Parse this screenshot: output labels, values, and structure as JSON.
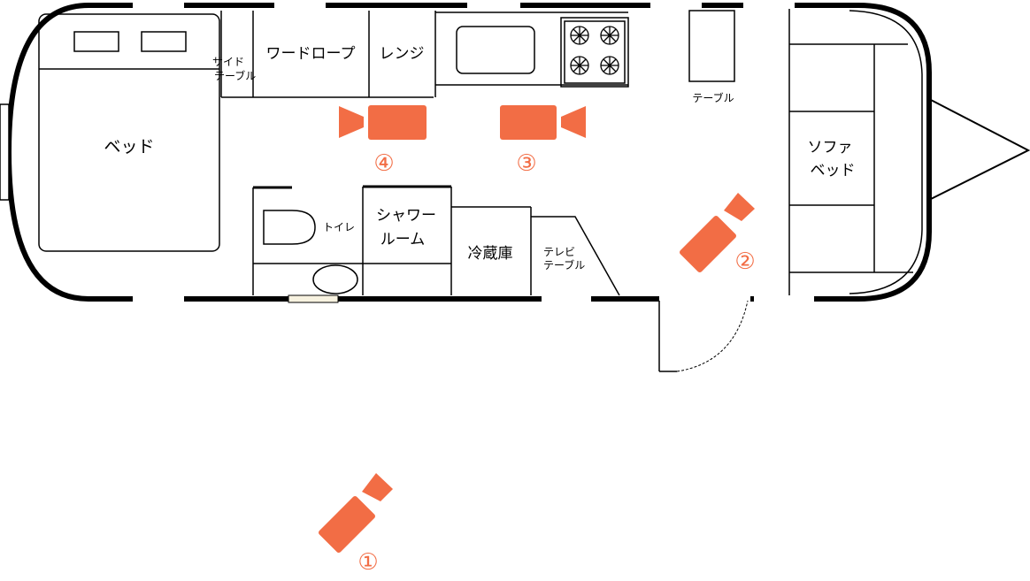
{
  "rooms": {
    "bed": "ベッド",
    "side_table_1": "サイド",
    "side_table_2": "テーブル",
    "wardrobe": "ワードロープ",
    "range": "レンジ",
    "table": "テーブル",
    "sofa_bed_1": "ソファ",
    "sofa_bed_2": "ベッド",
    "toilet": "トイレ",
    "shower_1": "シャワー",
    "shower_2": "ルーム",
    "fridge": "冷蔵庫",
    "tv_table_1": "テレビ",
    "tv_table_2": "テーブル"
  },
  "cameras": [
    {
      "label": "①"
    },
    {
      "label": "②"
    },
    {
      "label": "③"
    },
    {
      "label": "④"
    }
  ],
  "colors": {
    "camera": "#f26d45",
    "wall": "#000000",
    "window": "#f7f2e0"
  }
}
